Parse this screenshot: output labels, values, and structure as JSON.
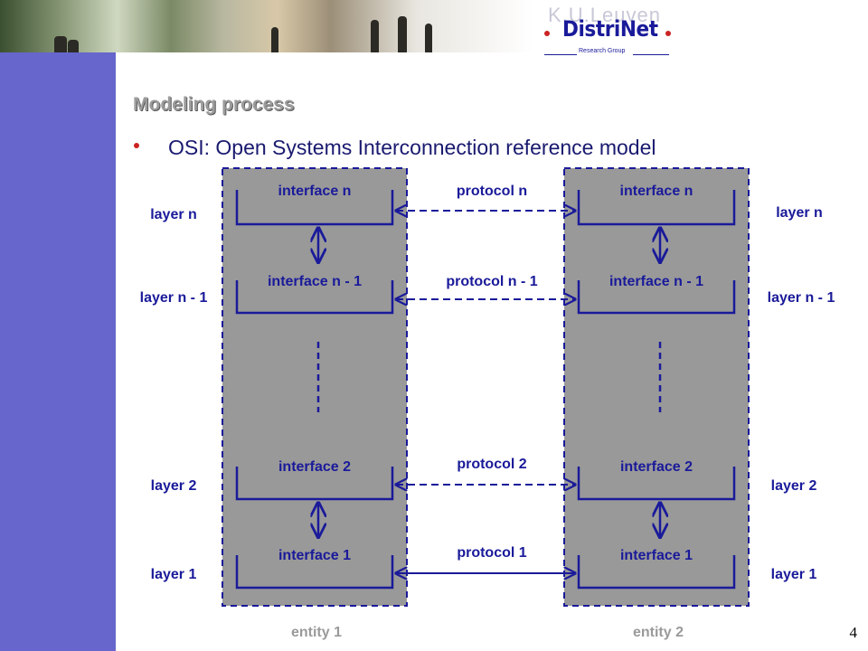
{
  "header": {
    "logo_text": "DistriNet",
    "logo_subtitle": "Research Group",
    "ghost_text": "K.U.Leuven"
  },
  "slide": {
    "section_title": "Modeling process",
    "bullet": "OSI: Open Systems Interconnection reference model",
    "page_number": "4"
  },
  "colors": {
    "sidebar": "#6666cc",
    "diagram_blue": "#1a1a9a",
    "entity_fill": "#999999",
    "bullet_red": "#cc2222"
  },
  "diagram": {
    "entities": [
      "entity 1",
      "entity 2"
    ],
    "layers_left": [
      "layer n",
      "layer n - 1",
      "layer 2",
      "layer 1"
    ],
    "layers_right": [
      "layer n",
      "layer n - 1",
      "layer 2",
      "layer 1"
    ],
    "interfaces": [
      "interface n",
      "interface n - 1",
      "interface 2",
      "interface 1"
    ],
    "protocols": [
      {
        "label": "protocol n",
        "style": "dashed"
      },
      {
        "label": "protocol n - 1",
        "style": "dashed"
      },
      {
        "label": "protocol 2",
        "style": "dashed"
      },
      {
        "label": "protocol 1",
        "style": "solid"
      }
    ]
  }
}
